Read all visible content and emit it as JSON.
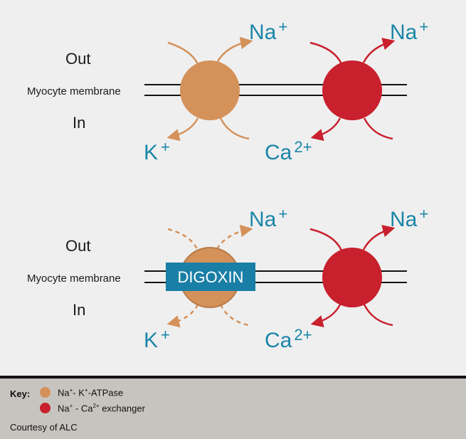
{
  "colors": {
    "ion_text": "#1a86a8",
    "na_k_atpase": "#d4915a",
    "na_ca_exchanger": "#c8202c",
    "digoxin_bg": "#1a7fa6",
    "membrane_line": "#111111",
    "key_bg": "#c7c4bf"
  },
  "top_panel": {
    "out_label": "Out",
    "in_label": "In",
    "membrane_label": "Myocyte membrane",
    "atpase_na": {
      "base": "Na",
      "charge": "+"
    },
    "atpase_k": {
      "base": "K",
      "charge": "+"
    },
    "exchanger_na": {
      "base": "Na",
      "charge": "+"
    },
    "exchanger_ca": {
      "base": "Ca",
      "charge": "2+"
    }
  },
  "bottom_panel": {
    "out_label": "Out",
    "in_label": "In",
    "membrane_label": "Myocyte membrane",
    "digoxin_label": "DIGOXIN",
    "atpase_na": {
      "base": "Na",
      "charge": "+"
    },
    "atpase_k": {
      "base": "K",
      "charge": "+"
    },
    "exchanger_na": {
      "base": "Na",
      "charge": "+"
    },
    "exchanger_ca": {
      "base": "Ca",
      "charge": "2+"
    }
  },
  "key": {
    "title": "Key:",
    "items": [
      {
        "name": "Na+- K+-ATPase",
        "p1": "Na",
        "s1": "+",
        "p2": "- K",
        "s2": "+",
        "p3": "-ATPase",
        "color": "#d4915a"
      },
      {
        "name": "Na+ - Ca2+ exchanger",
        "p1": "Na",
        "s1": "+",
        "p2": " - Ca",
        "s2": "2+",
        "p3": " exchanger",
        "color": "#c8202c"
      }
    ],
    "courtesy": "Courtesy of ALC"
  }
}
